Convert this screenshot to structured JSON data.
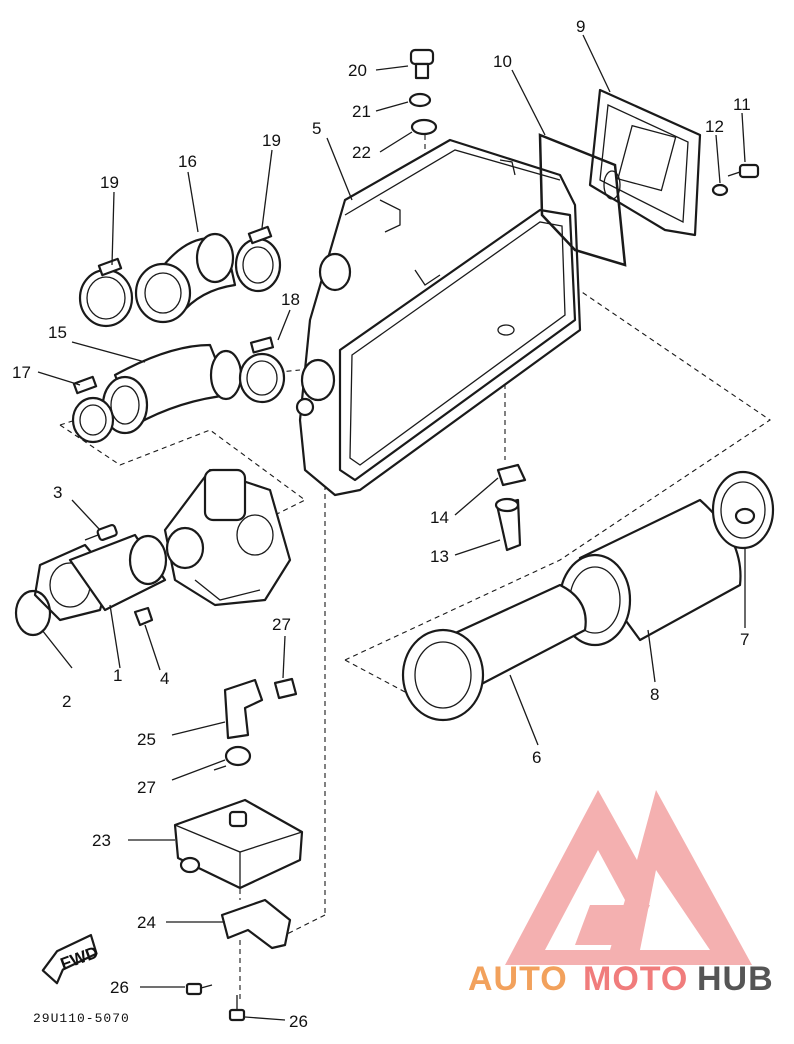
{
  "diagram": {
    "code": "29U110-5070",
    "fwd_label": "FWD",
    "callouts": [
      "1",
      "2",
      "3",
      "4",
      "5",
      "6",
      "7",
      "8",
      "9",
      "10",
      "11",
      "12",
      "13",
      "14",
      "15",
      "16",
      "17",
      "18",
      "19",
      "19",
      "20",
      "21",
      "22",
      "23",
      "24",
      "25",
      "26",
      "26",
      "27",
      "27"
    ]
  },
  "watermark": {
    "part1": "AUTO",
    "part2": "MOTO",
    "part3": "HUB",
    "colors": {
      "auto": "#f2a15c",
      "moto": "#f07c7c",
      "hub": "#555555",
      "logo": "#f08a8a"
    }
  }
}
